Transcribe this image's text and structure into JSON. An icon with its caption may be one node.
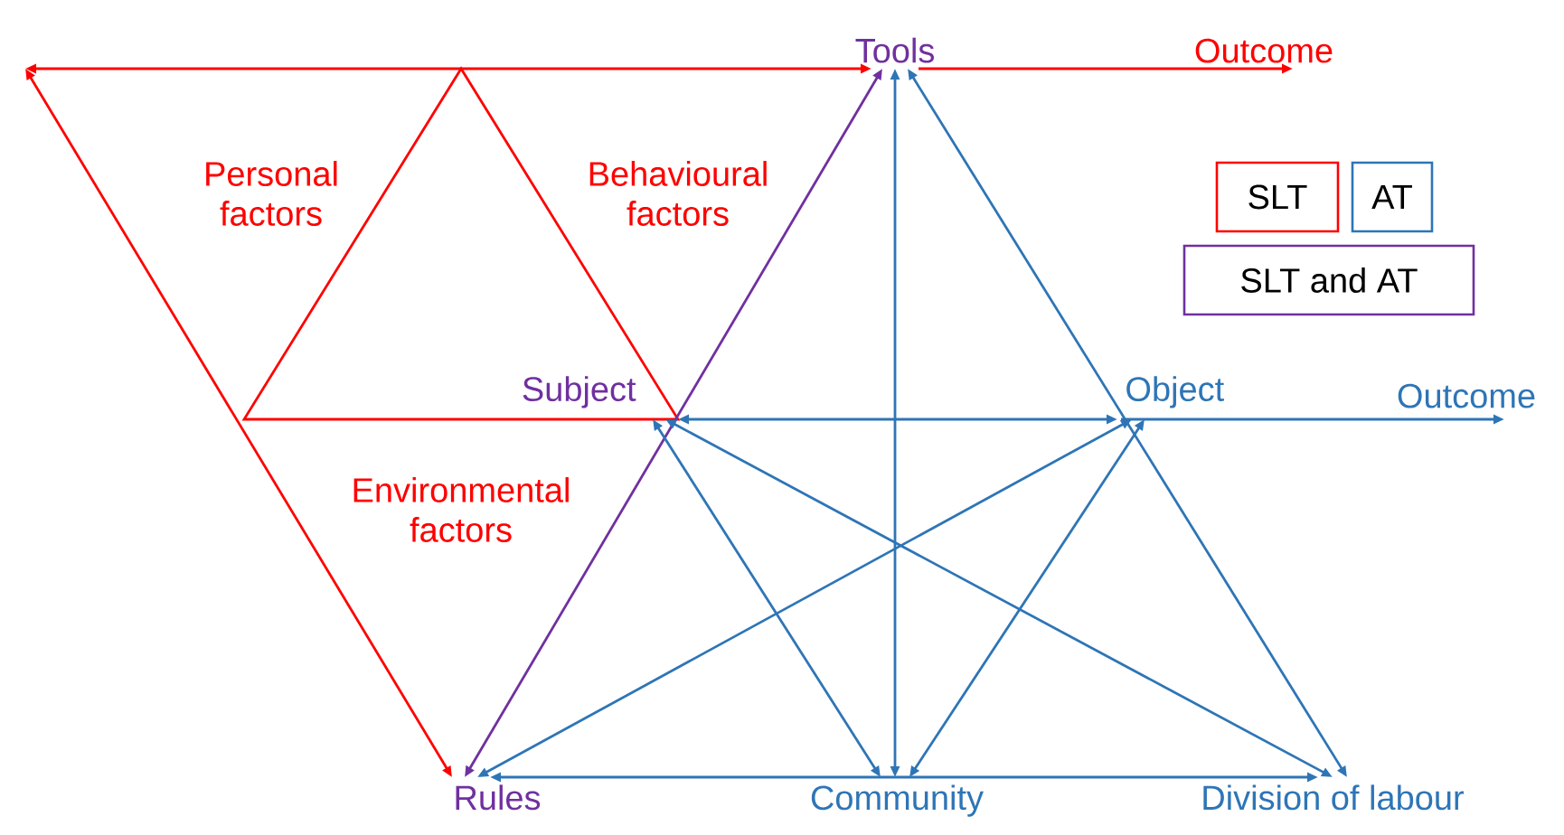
{
  "diagram": {
    "nodes": [
      {
        "text": [
          "Tools"
        ]
      },
      {
        "text": [
          "Outcome"
        ]
      },
      {
        "text": [
          "Subject"
        ]
      },
      {
        "text": [
          "Object"
        ]
      },
      {
        "text": [
          "Outcome"
        ]
      },
      {
        "text": [
          "Rules"
        ]
      },
      {
        "text": [
          "Community"
        ]
      },
      {
        "text": [
          "Division of labour"
        ]
      }
    ],
    "edges": [
      {
        "from": null,
        "to": 0,
        "arrow": "both",
        "color": "#ff0000"
      },
      {
        "from": 0,
        "to": 1,
        "arrow": "to",
        "color": "#ff0000"
      },
      {
        "from": null,
        "to": 5,
        "arrow": "both",
        "color": "#ff0000"
      },
      {
        "from": 5,
        "to": 0,
        "arrow": "both",
        "color": "#7030a0"
      },
      {
        "from": 2,
        "to": 3,
        "arrow": "both"
      },
      {
        "from": 3,
        "to": 4,
        "arrow": "to"
      },
      {
        "from": 0,
        "to": 6,
        "arrow": "both"
      },
      {
        "from": 0,
        "to": 7,
        "arrow": "both"
      },
      {
        "from": 5,
        "to": 3,
        "arrow": "both"
      },
      {
        "from": 2,
        "to": 7,
        "arrow": "both"
      },
      {
        "from": 2,
        "to": 6,
        "arrow": "both"
      },
      {
        "from": 6,
        "to": 3,
        "arrow": "both"
      },
      {
        "from": 5,
        "to": 7,
        "arrow": "both"
      }
    ],
    "labels": [
      "Personal factors",
      "Behavioural factors",
      "Environmental factors"
    ],
    "legend": [
      {
        "text": "SLT",
        "color": "#ff0000"
      },
      {
        "text": "AT",
        "color": "#2e75b6"
      },
      {
        "text": "SLT and AT",
        "color": "#7030a0"
      }
    ]
  }
}
